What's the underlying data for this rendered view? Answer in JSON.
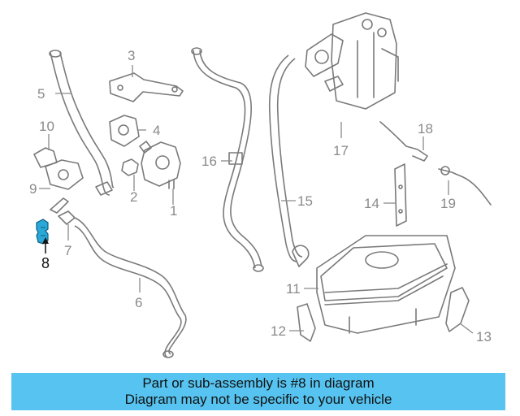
{
  "diagram": {
    "callouts": [
      "1",
      "2",
      "3",
      "4",
      "5",
      "6",
      "7",
      "8",
      "9",
      "10",
      "11",
      "12",
      "13",
      "14",
      "15",
      "16",
      "17",
      "18",
      "19"
    ],
    "highlighted_callout": "8",
    "colors": {
      "line": "#7a7a7a",
      "highlight": "#2aa8d8",
      "label": "#8a8a8a",
      "banner": "#56c3f0"
    }
  },
  "banner": {
    "line1": "Part or sub-assembly is #8 in diagram",
    "line2": "Diagram may not be specific to your vehicle"
  }
}
